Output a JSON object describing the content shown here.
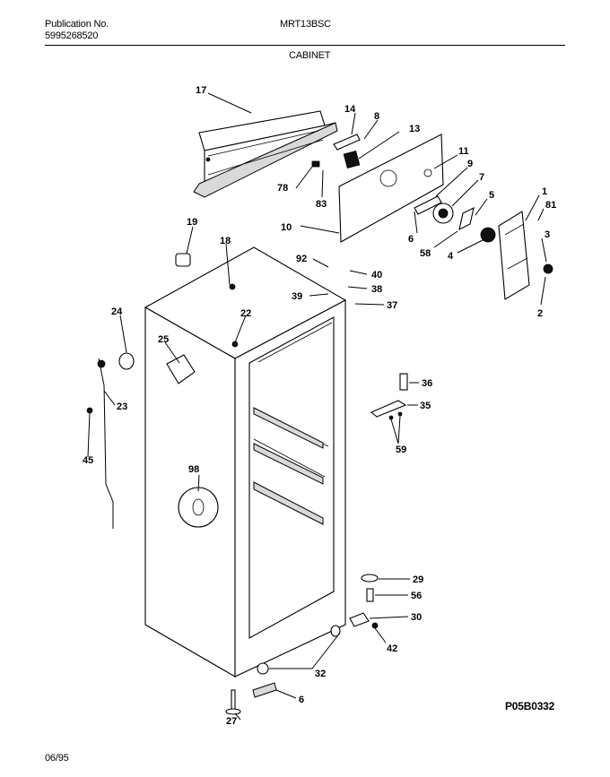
{
  "header": {
    "publication_label": "Publication No.",
    "publication_number": "5995268520",
    "model": "MRT13BSC",
    "section": "CABINET"
  },
  "footer": {
    "date": "06/95",
    "diagram_code": "P05B0332"
  },
  "callouts": [
    "17",
    "14",
    "8",
    "13",
    "11",
    "9",
    "7",
    "5",
    "1",
    "81",
    "3",
    "2",
    "4",
    "58",
    "6",
    "10",
    "78",
    "83",
    "19",
    "18",
    "92",
    "40",
    "38",
    "39",
    "37",
    "22",
    "24",
    "25",
    "23",
    "45",
    "98",
    "36",
    "35",
    "59",
    "29",
    "56",
    "30",
    "42",
    "32",
    "6",
    "27"
  ]
}
